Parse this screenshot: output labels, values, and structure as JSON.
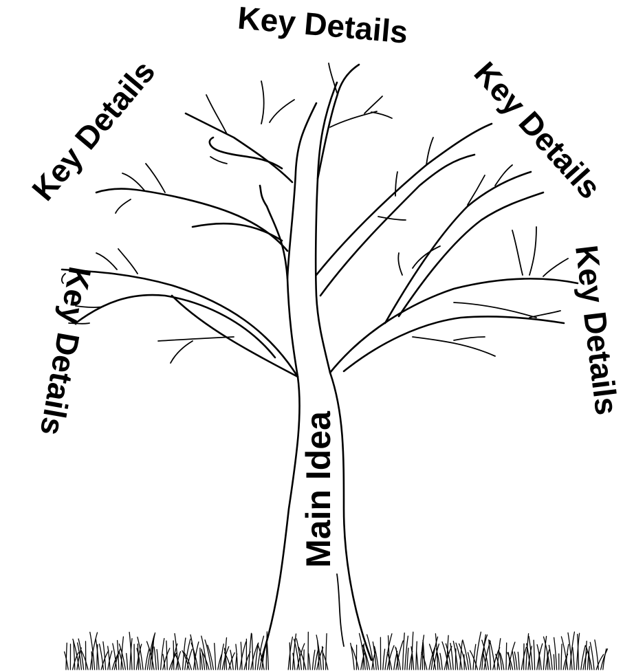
{
  "diagram": {
    "trunk_label": "Main Idea",
    "branch_labels": [
      "Key Details",
      "Key Details",
      "Key Details",
      "Key Details",
      "Key Details"
    ]
  },
  "colors": {
    "ink": "#000000",
    "background": "#ffffff"
  }
}
